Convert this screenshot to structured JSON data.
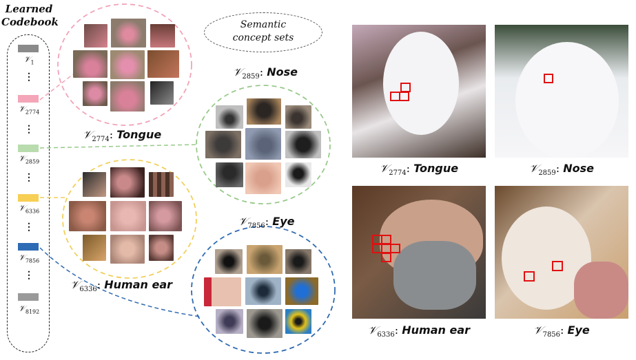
{
  "codebook": {
    "title_line1": "Learned",
    "title_line2": "Codebook",
    "symbol": "𝒱",
    "entries": [
      {
        "index": "1",
        "color": "#8a8a8a"
      },
      {
        "index": "2774",
        "color": "#f4a6b8"
      },
      {
        "index": "2859",
        "color": "#b9dcae"
      },
      {
        "index": "6336",
        "color": "#f7cf55"
      },
      {
        "index": "7856",
        "color": "#2e6bb5"
      },
      {
        "index": "8192",
        "color": "#9a9a9a"
      }
    ],
    "ellipsis": "⋮"
  },
  "semantic_label": {
    "line1": "Semantic",
    "line2": "concept sets"
  },
  "groups": [
    {
      "symbol": "𝒱",
      "index": "2774",
      "name": "Tongue",
      "border_color": "#f2a3b7"
    },
    {
      "symbol": "𝒱",
      "index": "2859",
      "name": "Nose",
      "border_color": "#98c98a"
    },
    {
      "symbol": "𝒱",
      "index": "6336",
      "name": "Human ear",
      "border_color": "#f2cf5a"
    },
    {
      "symbol": "𝒱",
      "index": "7856",
      "name": "Eye",
      "border_color": "#2f6ab0"
    }
  ],
  "captions": [
    {
      "symbol": "𝒱",
      "index": "2774",
      "name": "Tongue"
    },
    {
      "symbol": "𝒱",
      "index": "2859",
      "name": "Nose"
    },
    {
      "symbol": "𝒱",
      "index": "6336",
      "name": "Human ear"
    },
    {
      "symbol": "𝒱",
      "index": "7856",
      "name": "Eye"
    }
  ],
  "highlight_color": "#e01010"
}
